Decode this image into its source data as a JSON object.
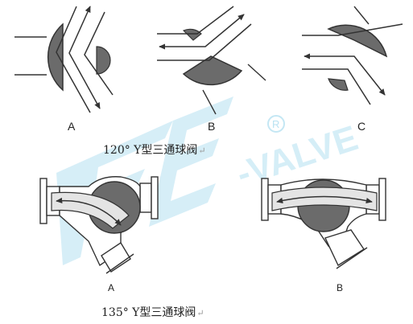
{
  "watermark": {
    "text": "-VALVE",
    "mark": "®",
    "color": "#2aa7d8"
  },
  "top_row": {
    "panels": [
      {
        "label": "A"
      },
      {
        "label": "B"
      },
      {
        "label": "C"
      }
    ],
    "caption": "120° Y型三通球阀",
    "caption_mark": "↵"
  },
  "bottom_row": {
    "panels": [
      {
        "label": "A"
      },
      {
        "label": "B"
      }
    ],
    "caption": "135° Y型三通球阀",
    "caption_mark": "↵"
  },
  "colors": {
    "ball_fill": "#6b6b6b",
    "line": "#333333",
    "ball_light": "#d8d8d8"
  },
  "icons": [
    "flow-arrow-icon",
    "registered-mark-icon"
  ]
}
